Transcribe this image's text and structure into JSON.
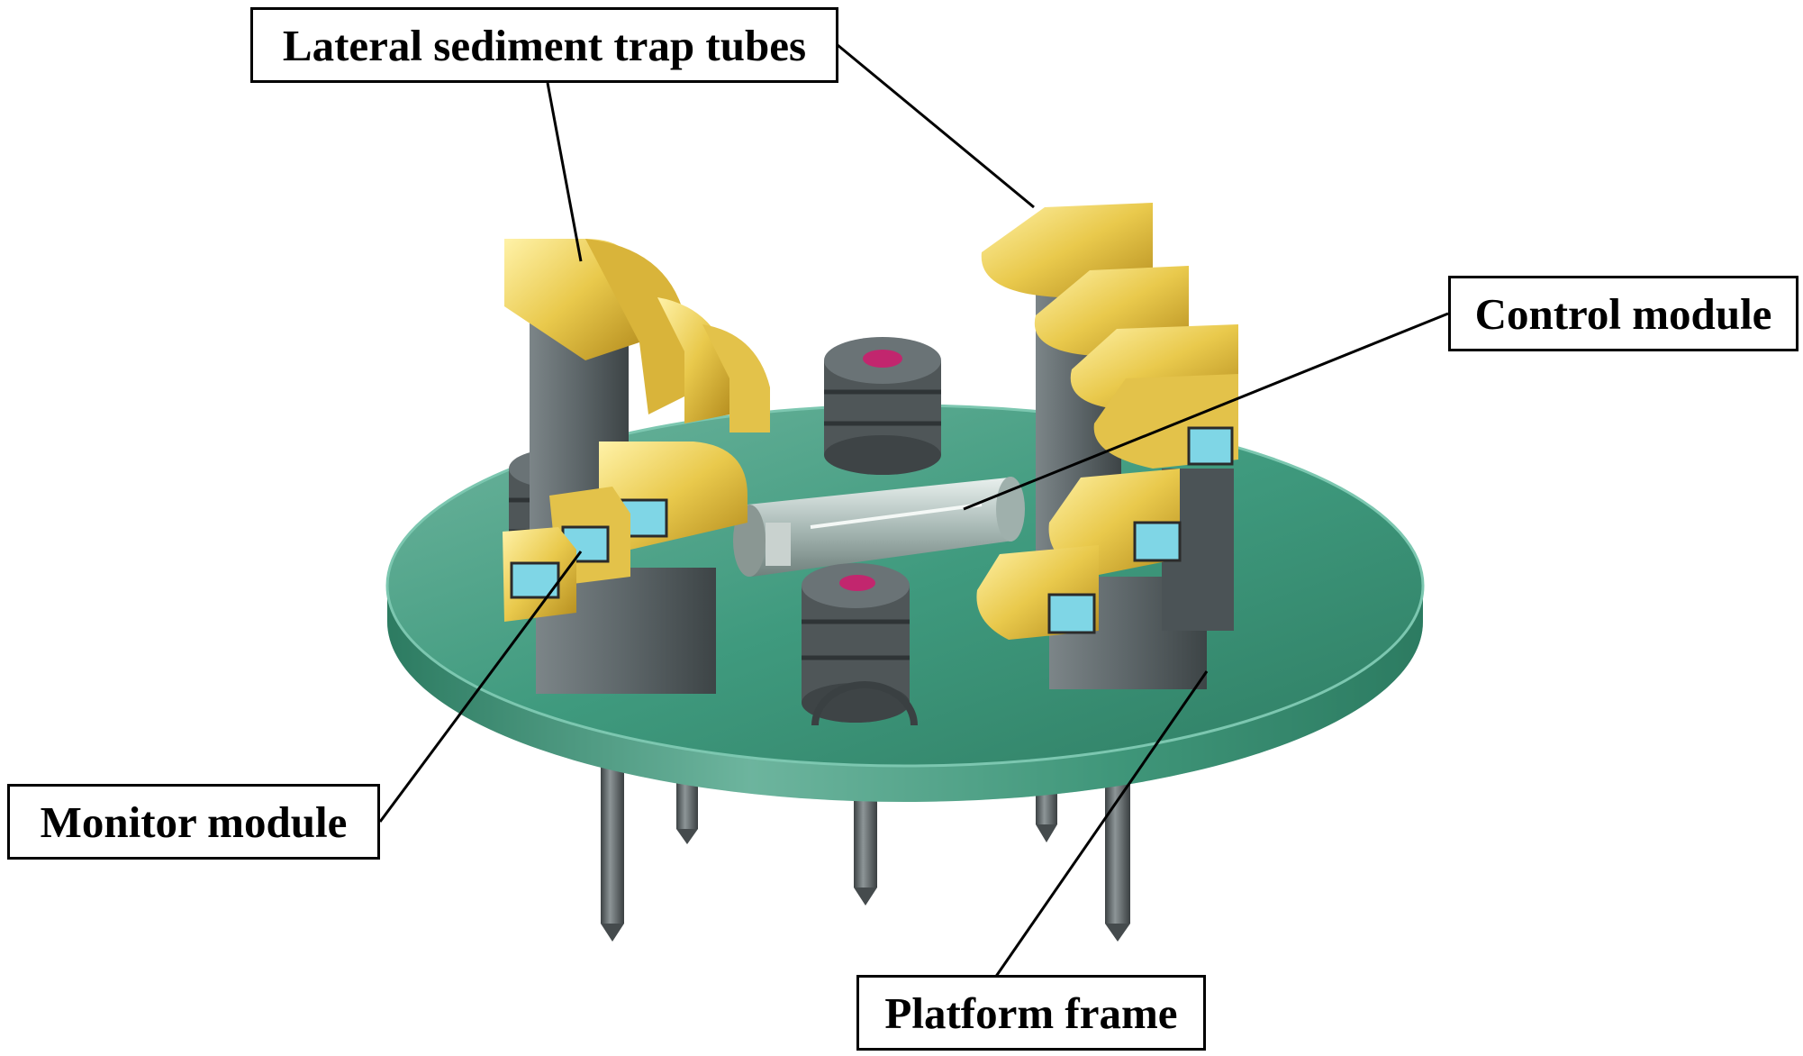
{
  "labels": {
    "lateral_tubes": "Lateral sediment trap tubes",
    "control_module": "Control module",
    "monitor_module": "Monitor module",
    "platform_frame": "Platform frame"
  },
  "colors": {
    "platform": "#3f9a7e",
    "platform_edge": "#56b29a",
    "tube_yellow": "#e8c84a",
    "block_gray": "#5f6b6e",
    "pin_gray": "#4e5558",
    "module_glass": "#b9c8c4",
    "lens_magenta": "#c2266e"
  }
}
